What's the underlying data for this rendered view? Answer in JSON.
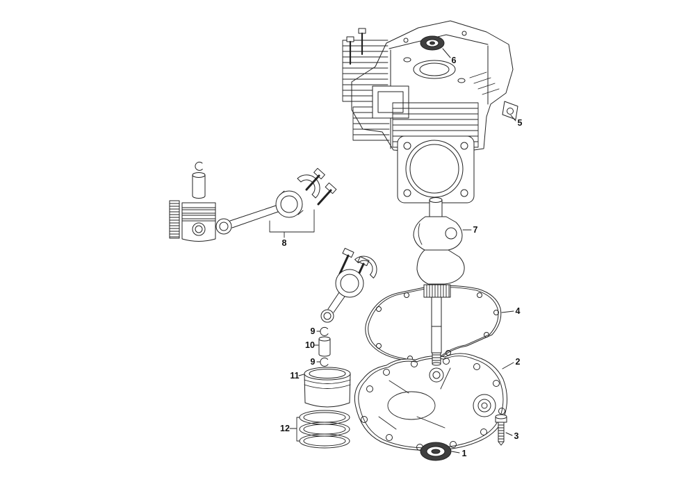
{
  "diagram": {
    "colors": {
      "background": "#ffffff",
      "line": "#222222",
      "seal_fill": "#3f3f3f",
      "label": "#111111"
    },
    "callouts": {
      "c1": {
        "label": "1"
      },
      "c2": {
        "label": "2"
      },
      "c3": {
        "label": "3"
      },
      "c4": {
        "label": "4"
      },
      "c5": {
        "label": "5"
      },
      "c6": {
        "label": "6"
      },
      "c7": {
        "label": "7"
      },
      "c8": {
        "label": "8"
      },
      "c9a": {
        "label": "9"
      },
      "c9b": {
        "label": "9"
      },
      "c10": {
        "label": "10"
      },
      "c11": {
        "label": "11"
      },
      "c12": {
        "label": "12"
      }
    }
  }
}
